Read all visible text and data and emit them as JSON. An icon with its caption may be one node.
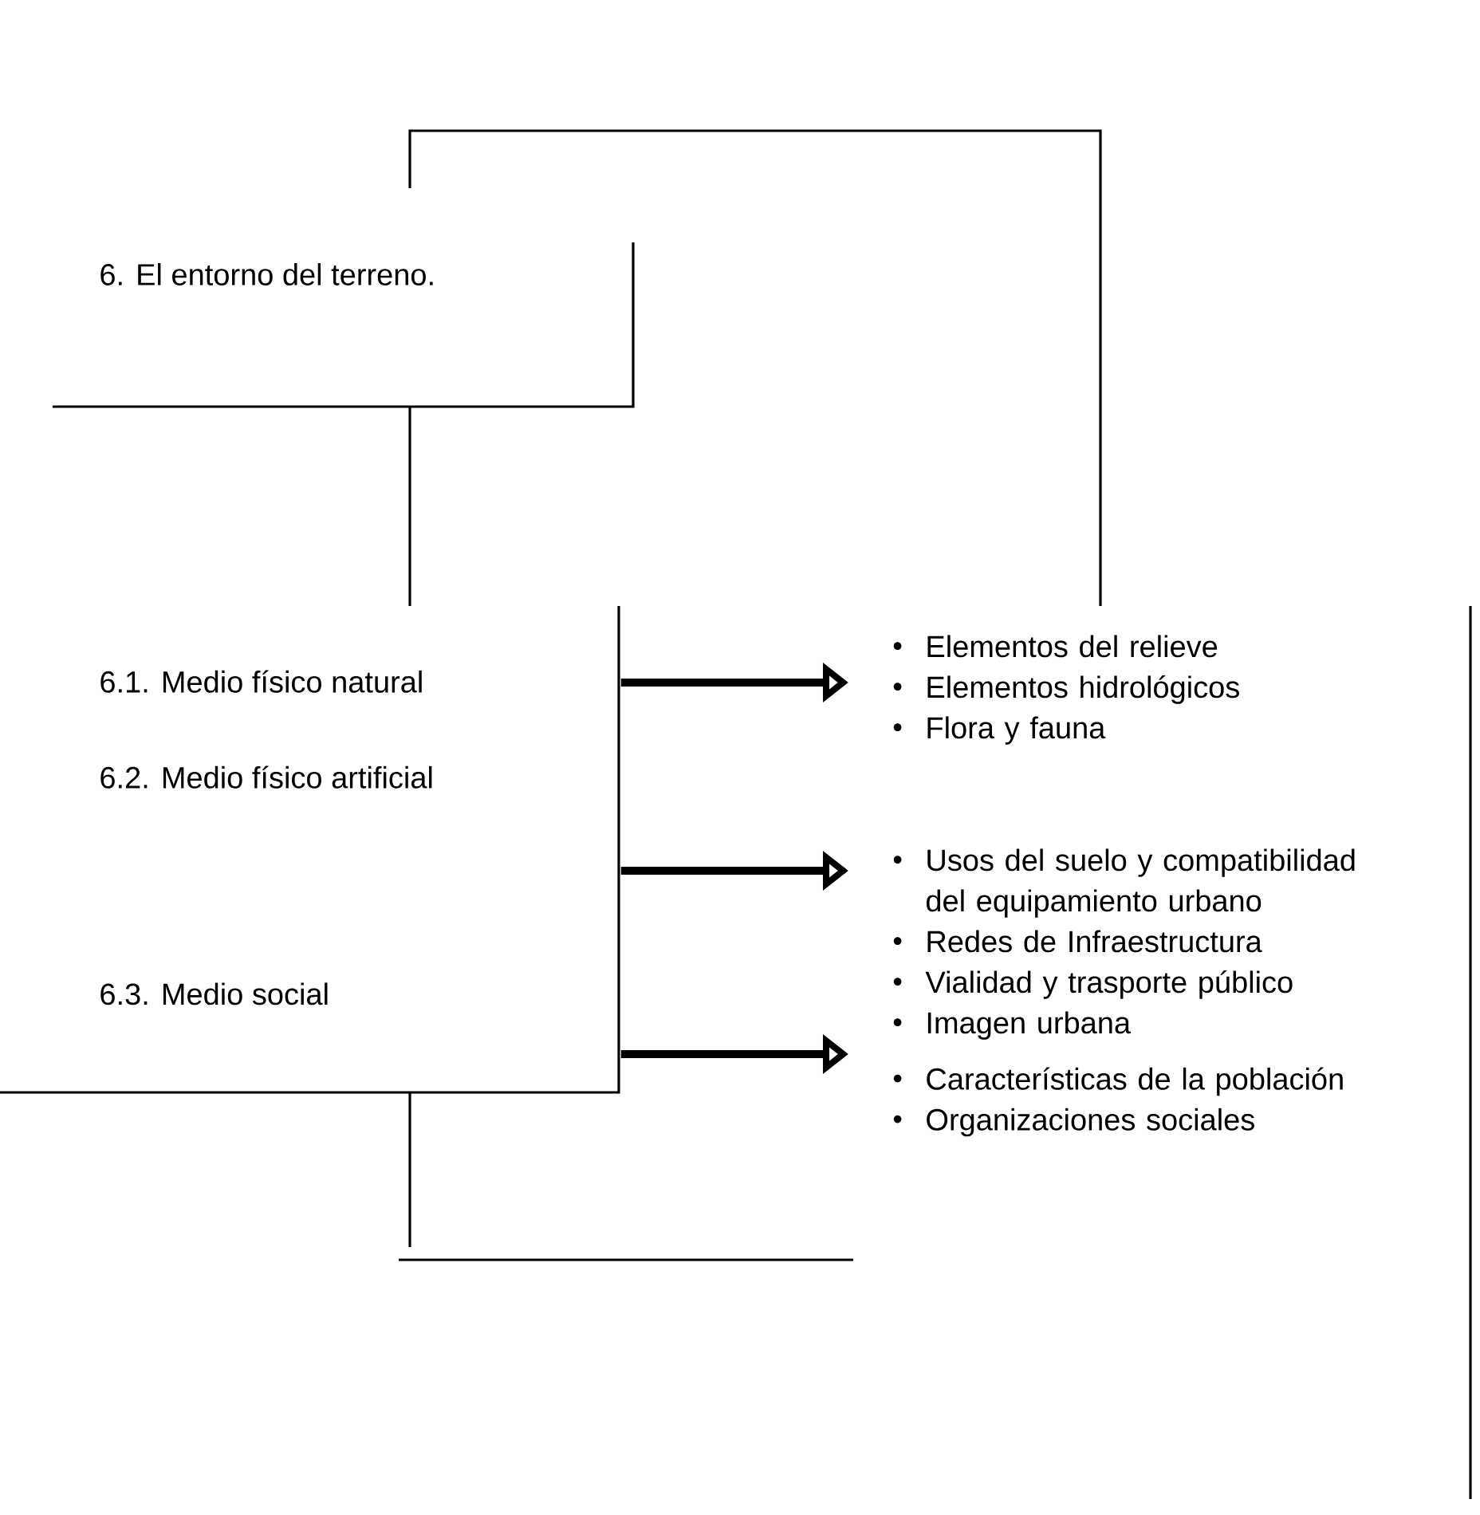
{
  "diagram": {
    "nodes": [
      {
        "text": [
          "6. El entorno del terreno."
        ]
      },
      {
        "text": [],
        "shape": "box"
      },
      {
        "text": [
          "6.1. Medio físico natural"
        ],
        "in": 1
      },
      {
        "text": [
          "6.2. Medio físico artificial"
        ],
        "in": 1
      },
      {
        "text": [
          "6.3. Medio social"
        ],
        "in": 1
      },
      {
        "text": [
          "Elementos del relieve",
          "Elementos hidrológicos",
          "Flora y fauna"
        ]
      },
      {
        "text": [
          "Usos del suelo y compatibilidad del equipamiento urbano",
          "Redes de Infraestructura",
          "Vialidad y trasporte público",
          "Imagen urbana"
        ]
      },
      {
        "text": [
          "Características de la población",
          "Organizaciones sociales"
        ]
      }
    ],
    "edges": [
      {
        "from": 1,
        "to": 5,
        "arrow": "to"
      },
      {
        "from": 1,
        "to": 6,
        "arrow": "to"
      },
      {
        "from": 1,
        "to": 7,
        "arrow": "to"
      }
    ]
  }
}
